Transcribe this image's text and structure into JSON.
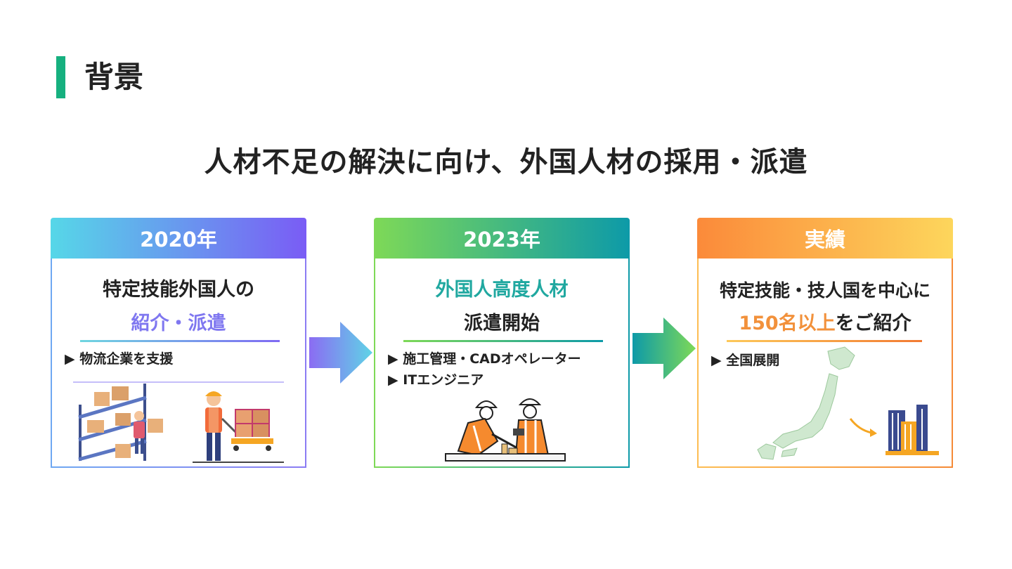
{
  "section": {
    "title": "背景"
  },
  "heading": "人材不足の解決に向け、外国人材の採用・派遣",
  "cards": [
    {
      "header": "2020年",
      "line1": "特定技能外国人の",
      "line2": "紹介・派遣",
      "bullets": [
        "▶ 物流企業を支援"
      ]
    },
    {
      "header": "2023年",
      "line1": "外国人高度人材",
      "line2": "派遣開始",
      "bullets": [
        "▶ 施工管理・CADオペレーター",
        "▶ ITエンジニア"
      ]
    },
    {
      "header": "実績",
      "line1": "特定技能・技人国を中心に",
      "line2_highlight": "150名以上",
      "line2_rest": "をご紹介",
      "bullets": [
        "▶ 全国展開"
      ]
    }
  ],
  "colors": {
    "accent_green": "#16b07f",
    "purple": "#7f77f0",
    "teal": "#20a8a0",
    "orange": "#f2913b"
  }
}
